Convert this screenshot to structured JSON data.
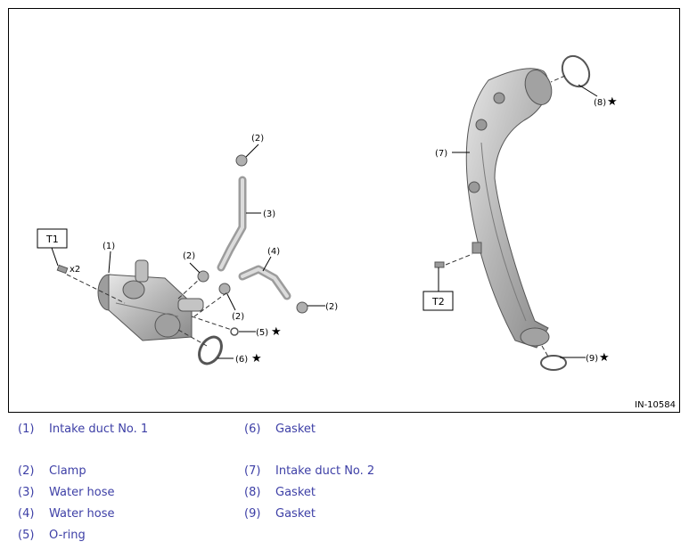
{
  "figure": {
    "id": "IN-10584",
    "callouts": {
      "c1": "(1)",
      "c2a": "(2)",
      "c2b": "(2)",
      "c2c": "(2)",
      "c2d": "(2)",
      "c3": "(3)",
      "c4": "(4)",
      "c5": "(5)",
      "c6": "(6)",
      "c7": "(7)",
      "c8": "(8)",
      "c9": "(9)",
      "x2": "x2",
      "t1": "T1",
      "t2": "T2",
      "star": "★"
    }
  },
  "legend": [
    {
      "num": "(1)",
      "label": "Intake duct No. 1"
    },
    {
      "num": "(6)",
      "label": "Gasket"
    },
    {
      "num": "(2)",
      "label": "Clamp"
    },
    {
      "num": "(7)",
      "label": "Intake duct No. 2"
    },
    {
      "num": "(3)",
      "label": "Water hose"
    },
    {
      "num": "(8)",
      "label": "Gasket"
    },
    {
      "num": "(4)",
      "label": "Water hose"
    },
    {
      "num": "(9)",
      "label": "Gasket"
    },
    {
      "num": "(5)",
      "label": "O-ring"
    }
  ]
}
